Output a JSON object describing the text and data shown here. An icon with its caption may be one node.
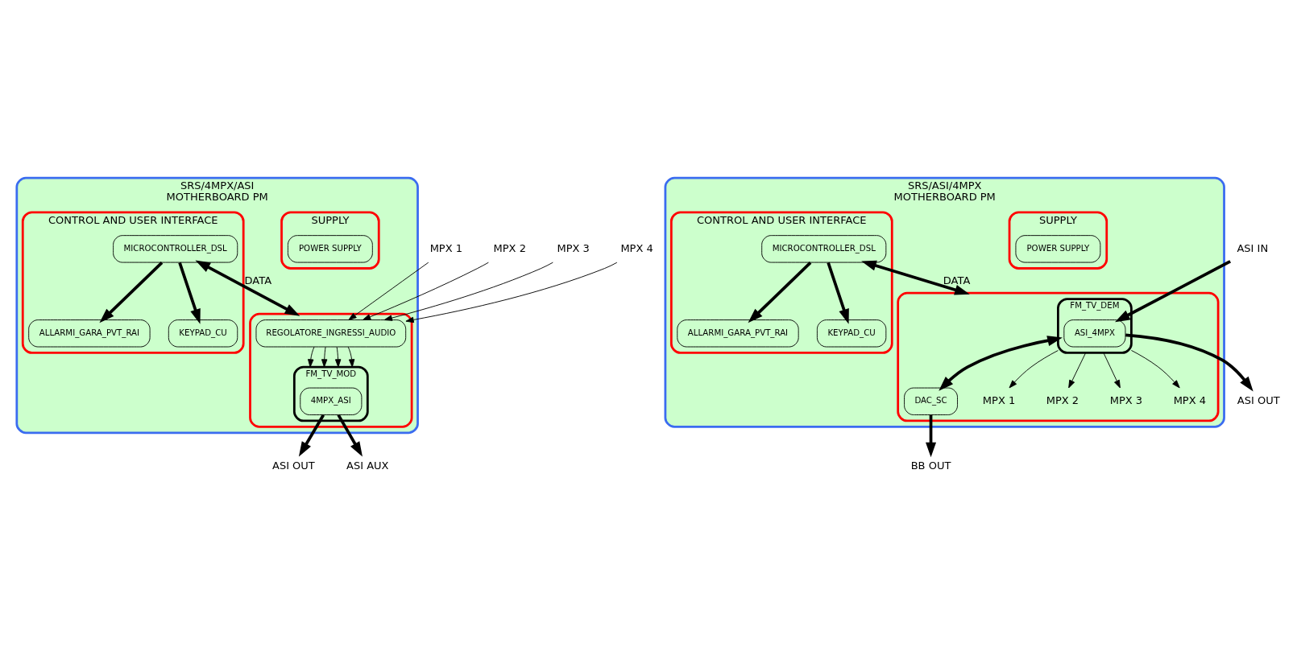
{
  "diagram": {
    "nodes": [
      {
        "text": [
          "SRS/4MPX/ASI",
          "MOTHERBOARD PM"
        ]
      },
      {
        "text": [
          "SUPPLY"
        ],
        "in": 0
      },
      {
        "text": [
          "POWER SUPPLY"
        ],
        "in": 1
      },
      {
        "text": [
          "CONTROL AND USER INTERFACE"
        ],
        "in": 0
      },
      {
        "text": [
          "ALLARMI_GARA_PVT_RAI"
        ],
        "in": 3
      },
      {
        "text": [
          "MICROCONTROLLER_DSL"
        ],
        "in": 3
      },
      {
        "text": [
          "KEYPAD_CU"
        ],
        "in": 3
      },
      {
        "text": [],
        "shape": "box",
        "in": 0
      },
      {
        "text": [
          "REGOLATORE_INGRESSI_AUDIO"
        ],
        "in": 7
      },
      {
        "text": [
          "FM_TV_MOD"
        ],
        "in": 7
      },
      {
        "text": [
          "4MPX_ASI"
        ],
        "in": 9
      },
      {
        "text": [
          "MPX 1"
        ]
      },
      {
        "text": [
          "MPX 2"
        ]
      },
      {
        "text": [
          "MPX 3"
        ]
      },
      {
        "text": [
          "MPX 4"
        ]
      },
      {
        "text": [
          "ASI OUT"
        ]
      },
      {
        "text": [
          "ASI AUX"
        ]
      },
      {
        "text": [
          "SRS/ASI/4MPX",
          "MOTHERBOARD PM"
        ]
      },
      {
        "text": [
          "SUPPLY"
        ],
        "in": 17
      },
      {
        "text": [
          "POWER SUPPLY"
        ],
        "in": 18
      },
      {
        "text": [
          "CONTROL AND USER INTERFACE"
        ],
        "in": 17
      },
      {
        "text": [
          "ALLARMI_GARA_PVT_RAI"
        ],
        "in": 20
      },
      {
        "text": [
          "MICROCONTROLLER_DSL"
        ],
        "in": 20
      },
      {
        "text": [
          "KEYPAD_CU"
        ],
        "in": 20
      },
      {
        "text": [],
        "shape": "box",
        "in": 17
      },
      {
        "text": [
          "FM_TV_DEM"
        ],
        "in": 24
      },
      {
        "text": [
          "ASI_4MPX"
        ],
        "in": 25
      },
      {
        "text": [
          "DAC_SC"
        ],
        "in": 24
      },
      {
        "text": [
          "MPX 1"
        ],
        "in": 24
      },
      {
        "text": [
          "MPX 2"
        ],
        "in": 24
      },
      {
        "text": [
          "MPX 3"
        ],
        "in": 24
      },
      {
        "text": [
          "MPX 4"
        ],
        "in": 24
      },
      {
        "text": [
          "ASI IN"
        ]
      },
      {
        "text": [
          "ASI OUT"
        ]
      },
      {
        "text": [
          "BB OUT"
        ]
      }
    ],
    "edges": [
      {
        "from": 5,
        "to": 4,
        "arrow": "to",
        "style": "thick"
      },
      {
        "from": 5,
        "to": 6,
        "arrow": "to",
        "style": "thick"
      },
      {
        "from": 5,
        "to": 7,
        "arrow": "both",
        "style": "thick",
        "label": "DATA"
      },
      {
        "from": 11,
        "to": 8,
        "arrow": "to"
      },
      {
        "from": 12,
        "to": 8,
        "arrow": "to"
      },
      {
        "from": 13,
        "to": 8,
        "arrow": "to"
      },
      {
        "from": 14,
        "to": 8,
        "arrow": "to"
      },
      {
        "from": 8,
        "to": 9,
        "arrow": "to"
      },
      {
        "from": 8,
        "to": 9,
        "arrow": "to"
      },
      {
        "from": 8,
        "to": 9,
        "arrow": "to"
      },
      {
        "from": 8,
        "to": 9,
        "arrow": "to"
      },
      {
        "from": 10,
        "to": 15,
        "arrow": "to",
        "style": "thick"
      },
      {
        "from": 10,
        "to": 16,
        "arrow": "to",
        "style": "thick"
      },
      {
        "from": 22,
        "to": 21,
        "arrow": "to",
        "style": "thick"
      },
      {
        "from": 22,
        "to": 23,
        "arrow": "to",
        "style": "thick"
      },
      {
        "from": 22,
        "to": 24,
        "arrow": "both",
        "style": "thick",
        "label": "DATA"
      },
      {
        "from": 25,
        "to": 27,
        "arrow": "both",
        "style": "thick"
      },
      {
        "from": 25,
        "to": 28,
        "arrow": "to"
      },
      {
        "from": 25,
        "to": 29,
        "arrow": "to"
      },
      {
        "from": 25,
        "to": 30,
        "arrow": "to"
      },
      {
        "from": 25,
        "to": 31,
        "arrow": "to"
      },
      {
        "from": 27,
        "to": 34,
        "arrow": "to",
        "style": "thick"
      },
      {
        "from": 32,
        "to": 26,
        "arrow": "to",
        "style": "thick"
      },
      {
        "from": 26,
        "to": 33,
        "arrow": "to",
        "style": "thick"
      }
    ]
  }
}
